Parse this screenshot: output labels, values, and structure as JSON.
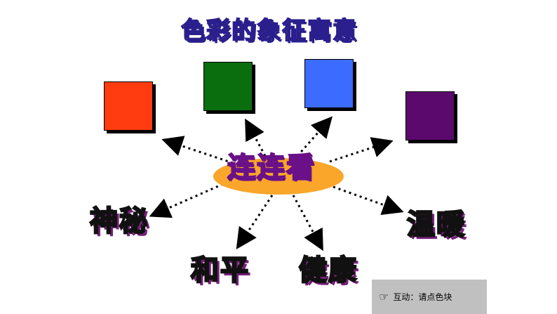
{
  "title": "色彩的象征寓意",
  "hub_label": "连连看",
  "swatches": [
    {
      "name": "red",
      "color": "#ff3c10"
    },
    {
      "name": "green",
      "color": "#0a6e0f"
    },
    {
      "name": "blue",
      "color": "#3b6bff"
    },
    {
      "name": "purple",
      "color": "#5c096e"
    }
  ],
  "words": [
    "神秘",
    "和平",
    "健康",
    "温暖"
  ],
  "hint": {
    "icon": "pointing-hand-icon",
    "text": "互动：请点色块"
  }
}
